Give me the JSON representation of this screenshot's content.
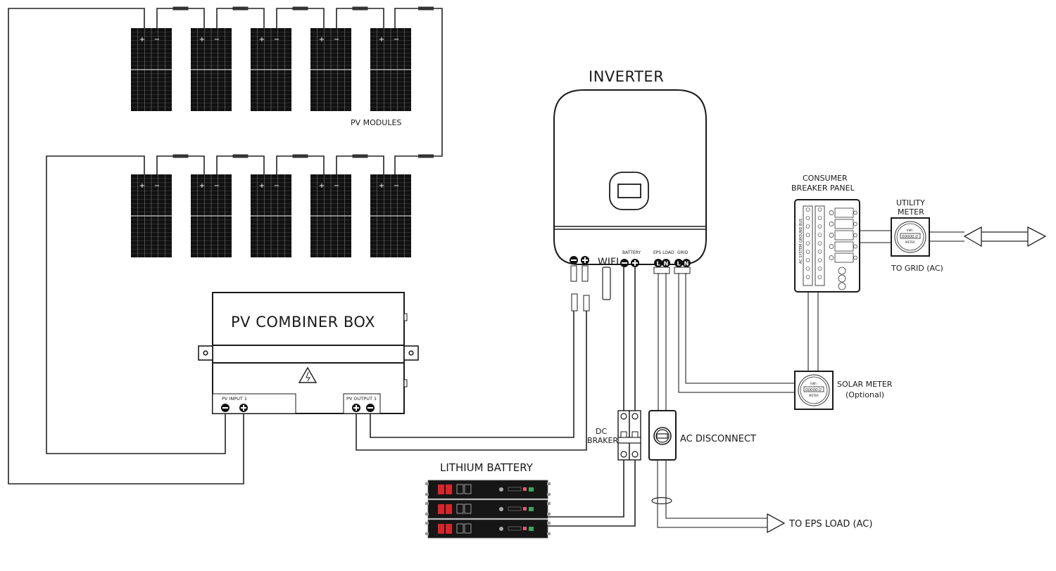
{
  "diagram": {
    "title": "Solar PV hybrid inverter wiring diagram",
    "pv_modules": {
      "label": "PV MODULES",
      "rows": 2,
      "modules_per_row": 5,
      "terminal_plus": "+",
      "terminal_minus": "−"
    },
    "inverter": {
      "label": "INVERTER",
      "pv_terminals": [
        "−",
        "+"
      ],
      "wifi_label": "WIFI",
      "battery_label": "BATTERY",
      "battery_terminals": [
        "−",
        "+"
      ],
      "eps_load_label": "EPS LOAD",
      "eps_terminals": [
        "L",
        "N"
      ],
      "grid_label": "GRID",
      "grid_terminals": [
        "L",
        "N"
      ]
    },
    "combiner_box": {
      "label": "PV COMBINER BOX",
      "input_label": "PV INPUT 1",
      "input_terminals": [
        "−",
        "+"
      ],
      "output_label": "PV OUTPUT 1",
      "output_terminals": [
        "+",
        "−"
      ]
    },
    "consumer_panel": {
      "label_line1": "CONSUMER",
      "label_line2": "BREAKER PANEL",
      "bus_label": "AC SYSTEM GROUND BUS"
    },
    "utility_meter": {
      "label_line1": "UTILITY",
      "label_line2": "METER",
      "grid_label": "TO GRID (AC)",
      "kwh": "kWh",
      "display": "00000.0",
      "meter_text": "METER"
    },
    "solar_meter": {
      "label_line1": "SOLAR METER",
      "label_line2": "(Optional)",
      "kwh": "kWh",
      "display": "00000.0",
      "meter_text": "METER"
    },
    "dc_breaker": {
      "label_line1": "DC",
      "label_line2": "BRAKER"
    },
    "ac_disconnect": {
      "label": "AC DISCONNECT"
    },
    "battery": {
      "label": "LITHIUM BATTERY",
      "modules": 3
    },
    "eps_load": {
      "label": "TO EPS LOAD (AC)"
    },
    "colors": {
      "line": "#1a1a1a",
      "panel": "#111111",
      "battery_terminal": "#d9252a",
      "battery_status": "#e8557a",
      "battery_port": "#3aa55a"
    }
  }
}
